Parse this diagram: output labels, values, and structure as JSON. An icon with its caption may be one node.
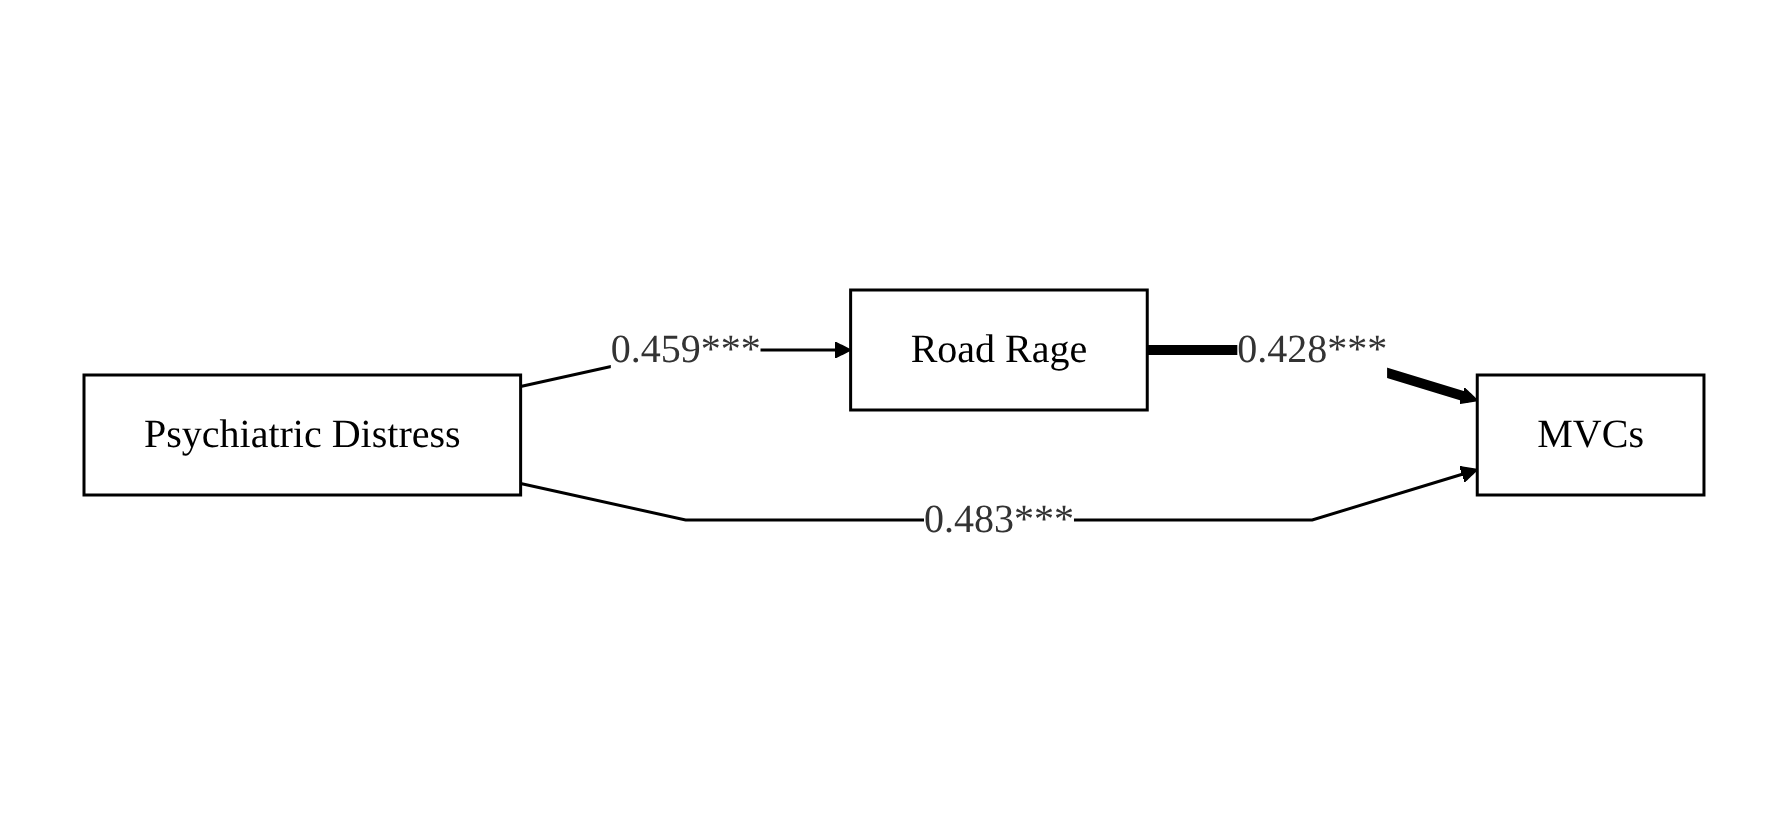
{
  "diagram": {
    "nodes": [
      {
        "text": [
          "Road Rage"
        ]
      },
      {
        "text": [
          "MVCs"
        ]
      },
      {
        "text": [
          "Psychiatric Distress"
        ]
      }
    ],
    "edges": [
      {
        "from": 2,
        "to": 0,
        "arrow": "to",
        "label": "0.459***"
      },
      {
        "from": 0,
        "to": 1,
        "arrow": "to",
        "label": "0.428***",
        "style": "thick"
      },
      {
        "from": 2,
        "to": 1,
        "arrow": "to",
        "label": "0.483***"
      }
    ]
  }
}
